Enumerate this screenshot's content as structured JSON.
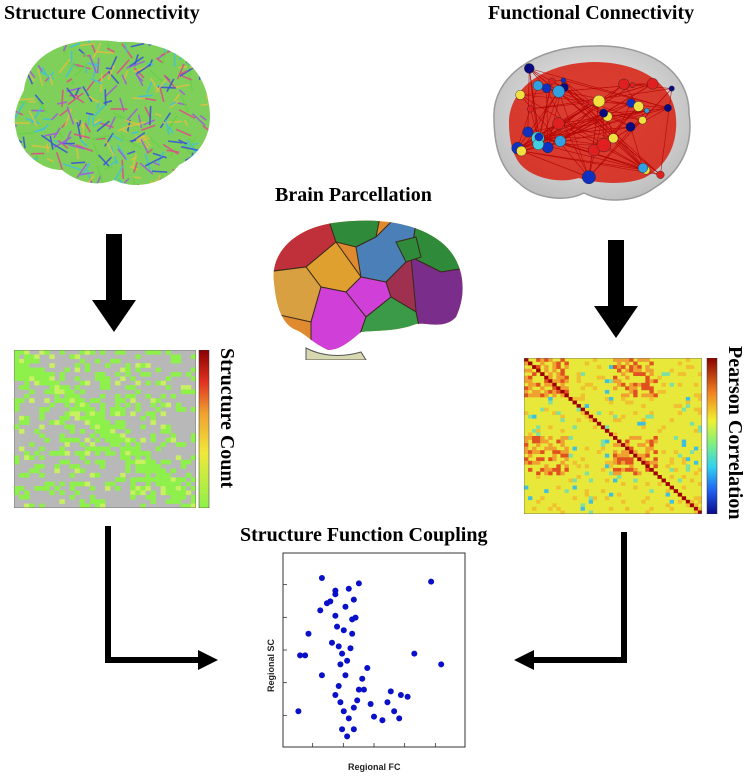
{
  "titles": {
    "structure_connectivity": "Structure Connectivity",
    "functional_connectivity": "Functional Connectivity",
    "brain_parcellation": "Brain Parcellation",
    "structure_function_coupling": "Structure Function Coupling"
  },
  "colorbar_labels": {
    "structure": "Structure Count",
    "functional": "Pearson Correlation"
  },
  "scatter": {
    "xlabel": "Regional FC",
    "ylabel": "Regional SC"
  },
  "colors": {
    "arrow": "#000000",
    "scatter_point": "#0a0fc8",
    "sc_matrix_base": "#b8b8b8",
    "sc_matrix_high": "#8ef04a",
    "fc_matrix_base": "#e8e83a"
  },
  "chart_data": {
    "type": "scatter",
    "title": "Structure Function Coupling",
    "xlabel": "Regional FC",
    "ylabel": "Regional SC",
    "grid": false,
    "points": [
      [
        0.27,
        0.83
      ],
      [
        0.19,
        0.9
      ],
      [
        0.06,
        0.47
      ],
      [
        0.11,
        0.59
      ],
      [
        0.22,
        0.76
      ],
      [
        0.18,
        0.72
      ],
      [
        0.09,
        0.47
      ],
      [
        0.19,
        0.36
      ],
      [
        0.05,
        0.16
      ],
      [
        0.24,
        0.77
      ],
      [
        0.27,
        0.81
      ],
      [
        0.27,
        0.69
      ],
      [
        0.28,
        0.63
      ],
      [
        0.29,
        0.52
      ],
      [
        0.3,
        0.42
      ],
      [
        0.31,
        0.48
      ],
      [
        0.32,
        0.61
      ],
      [
        0.33,
        0.74
      ],
      [
        0.35,
        0.84
      ],
      [
        0.38,
        0.78
      ],
      [
        0.41,
        0.87
      ],
      [
        0.39,
        0.68
      ],
      [
        0.37,
        0.59
      ],
      [
        0.36,
        0.51
      ],
      [
        0.34,
        0.44
      ],
      [
        0.33,
        0.36
      ],
      [
        0.29,
        0.3
      ],
      [
        0.27,
        0.25
      ],
      [
        0.3,
        0.21
      ],
      [
        0.32,
        0.16
      ],
      [
        0.35,
        0.12
      ],
      [
        0.38,
        0.18
      ],
      [
        0.41,
        0.28
      ],
      [
        0.4,
        0.22
      ],
      [
        0.43,
        0.34
      ],
      [
        0.44,
        0.28
      ],
      [
        0.48,
        0.2
      ],
      [
        0.5,
        0.13
      ],
      [
        0.55,
        0.11
      ],
      [
        0.58,
        0.21
      ],
      [
        0.6,
        0.27
      ],
      [
        0.62,
        0.16
      ],
      [
        0.65,
        0.12
      ],
      [
        0.7,
        0.24
      ],
      [
        0.74,
        0.48
      ],
      [
        0.84,
        0.88
      ],
      [
        0.9,
        0.42
      ],
      [
        0.66,
        0.25
      ],
      [
        0.46,
        0.4
      ],
      [
        0.37,
        0.67
      ],
      [
        0.31,
        0.06
      ],
      [
        0.34,
        0.02
      ],
      [
        0.38,
        0.06
      ],
      [
        0.25,
        0.54
      ]
    ]
  }
}
